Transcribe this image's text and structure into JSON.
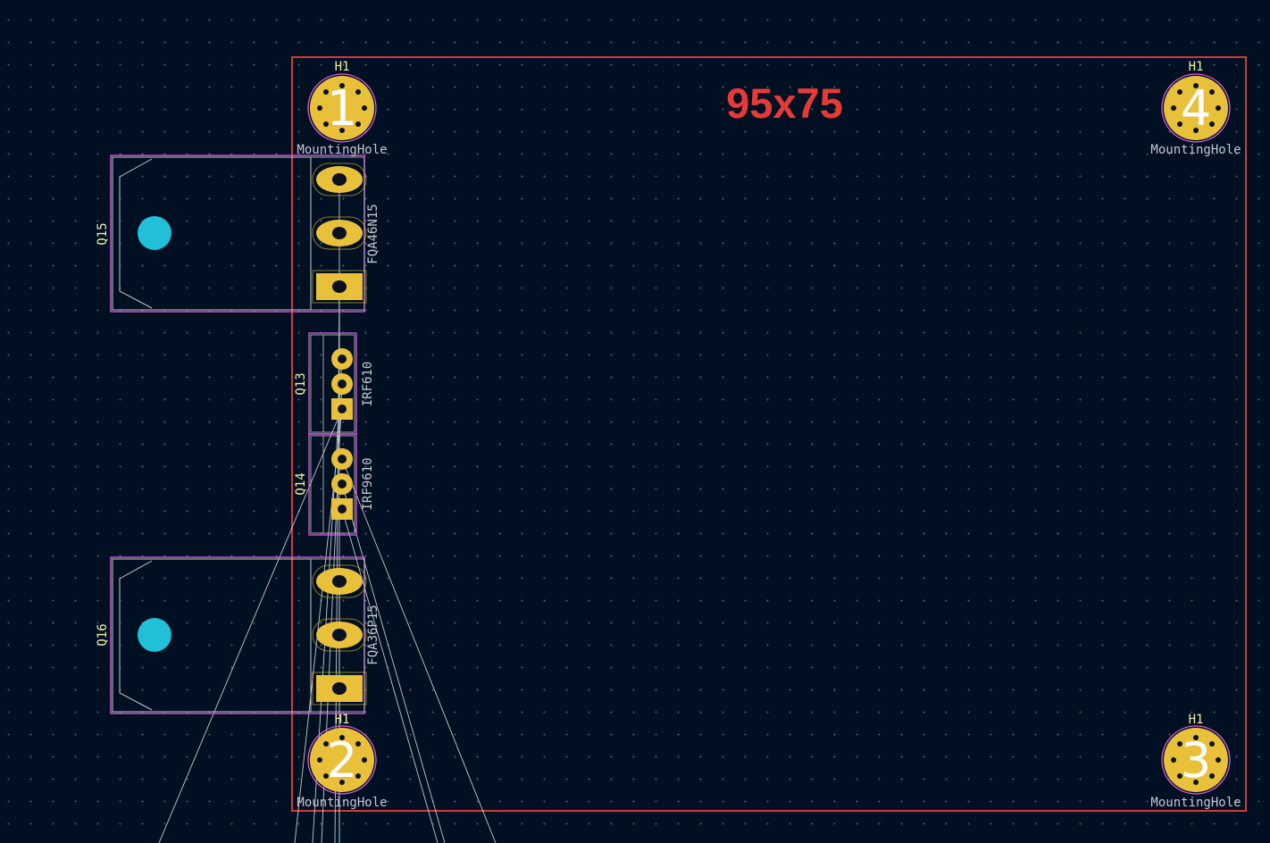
{
  "board": {
    "label": "95x75",
    "colors": {
      "background": "#001023",
      "edge_cuts": "#d03a3a",
      "copper_pad": "#e8c03a",
      "drill": "#0a1220",
      "courtyard": "#e05ce0",
      "silkscreen": "#f0f0a8",
      "fab_text": "#c8c8d0",
      "ratsnest": "#e8e8e8",
      "hole_marker": "#22c0d8"
    }
  },
  "mounting_holes": [
    {
      "ref": "H1",
      "number": "1",
      "value": "MountingHole"
    },
    {
      "ref": "H1",
      "number": "4",
      "value": "MountingHole"
    },
    {
      "ref": "H1",
      "number": "2",
      "value": "MountingHole"
    },
    {
      "ref": "H1",
      "number": "3",
      "value": "MountingHole"
    }
  ],
  "components": [
    {
      "ref": "Q15",
      "value": "FQA46N15",
      "package": "TO-3P"
    },
    {
      "ref": "Q13",
      "value": "IRF610",
      "package": "TO-220"
    },
    {
      "ref": "Q14",
      "value": "IRF9610",
      "package": "TO-220"
    },
    {
      "ref": "Q16",
      "value": "FQA36P15",
      "package": "TO-3P"
    }
  ]
}
